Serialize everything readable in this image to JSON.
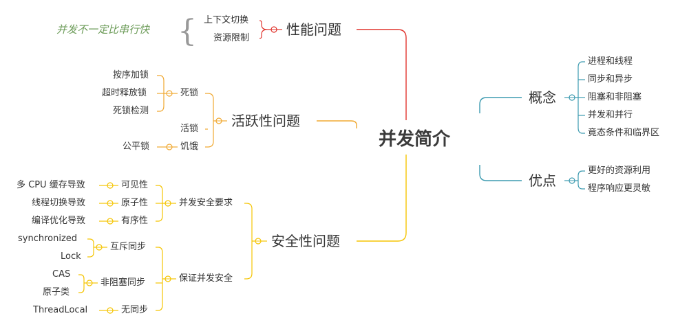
{
  "root": "并发简介",
  "note": "并发不一定比串行快",
  "perf": {
    "title": "性能问题",
    "items": [
      "上下文切换",
      "资源限制"
    ]
  },
  "liveness": {
    "title": "活跃性问题",
    "deadlock": {
      "label": "死锁",
      "items": [
        "按序加锁",
        "超时释放锁",
        "死锁检测"
      ]
    },
    "livelock": "活锁",
    "starvation": {
      "label": "饥饿",
      "items": [
        "公平锁"
      ]
    }
  },
  "safety": {
    "title": "安全性问题",
    "requirements": {
      "label": "并发安全要求",
      "items": [
        {
          "label": "可见性",
          "cause": "多 CPU 缓存导致"
        },
        {
          "label": "原子性",
          "cause": "线程切换导致"
        },
        {
          "label": "有序性",
          "cause": "编译优化导致"
        }
      ]
    },
    "guarantee": {
      "label": "保证并发安全",
      "items": [
        {
          "label": "互斥同步",
          "children": [
            "synchronized",
            "Lock"
          ]
        },
        {
          "label": "非阻塞同步",
          "children": [
            "CAS",
            "原子类"
          ]
        },
        {
          "label": "无同步",
          "children": [
            "ThreadLocal"
          ]
        }
      ]
    }
  },
  "concepts": {
    "title": "概念",
    "items": [
      "进程和线程",
      "同步和异步",
      "阻塞和非阻塞",
      "并发和并行",
      "竟态条件和临界区"
    ]
  },
  "advantages": {
    "title": "优点",
    "items": [
      "更好的资源利用",
      "程序响应更灵敏"
    ]
  },
  "colors": {
    "perf": "#e0342d",
    "liveness": "#f0a830",
    "safety": "#f5c400",
    "concepts": "#3d9bb0",
    "advantages": "#3d9bb0"
  }
}
